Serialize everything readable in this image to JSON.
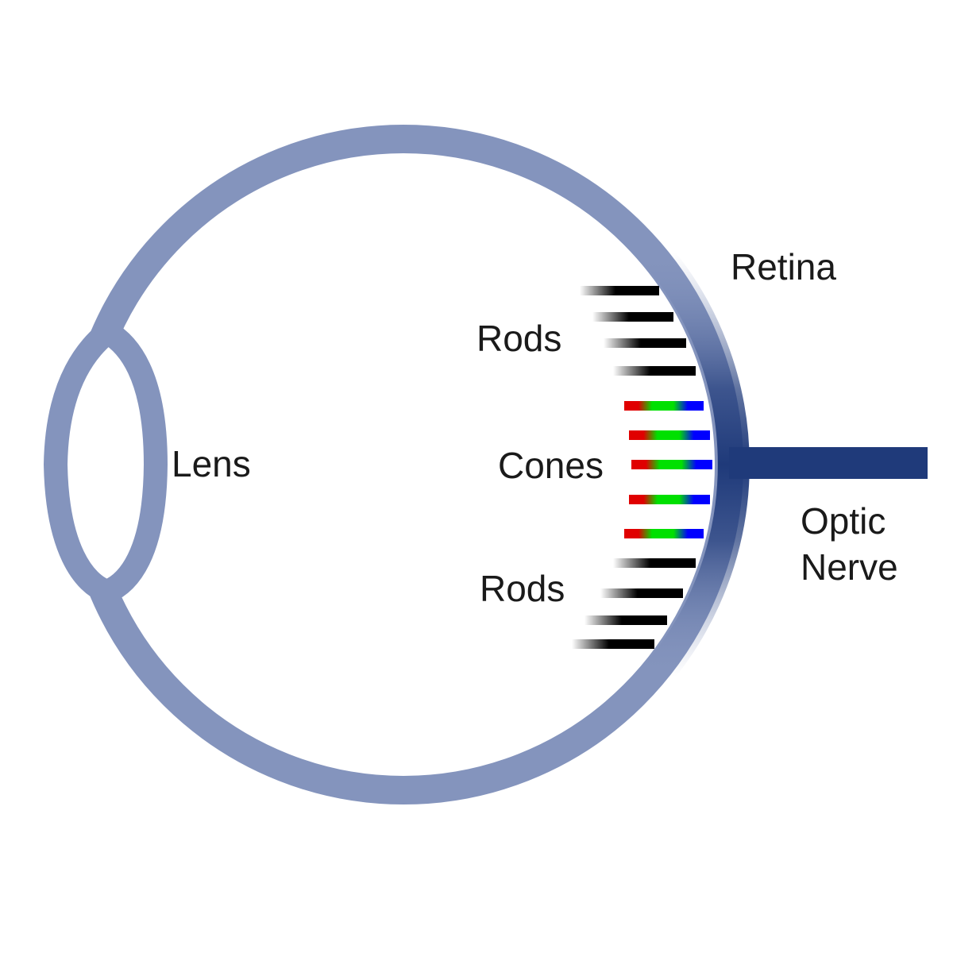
{
  "labels": {
    "lens": "Lens",
    "retina": "Retina",
    "rods_top": "Rods",
    "cones": "Cones",
    "rods_bottom": "Rods",
    "optic_nerve_line1": "Optic",
    "optic_nerve_line2": "Nerve"
  },
  "colors": {
    "eye_outline": "#8494bd",
    "retina": "#1f3a7a",
    "optic_nerve": "#1f3a7a",
    "rod": "#000000",
    "cone_red": "#e00000",
    "cone_green": "#00e000",
    "cone_blue": "#0000ff",
    "text": "#1a1a1a"
  },
  "photoreceptors": {
    "rods_top_count": 4,
    "cones_count": 5,
    "rods_bottom_count": 4
  }
}
